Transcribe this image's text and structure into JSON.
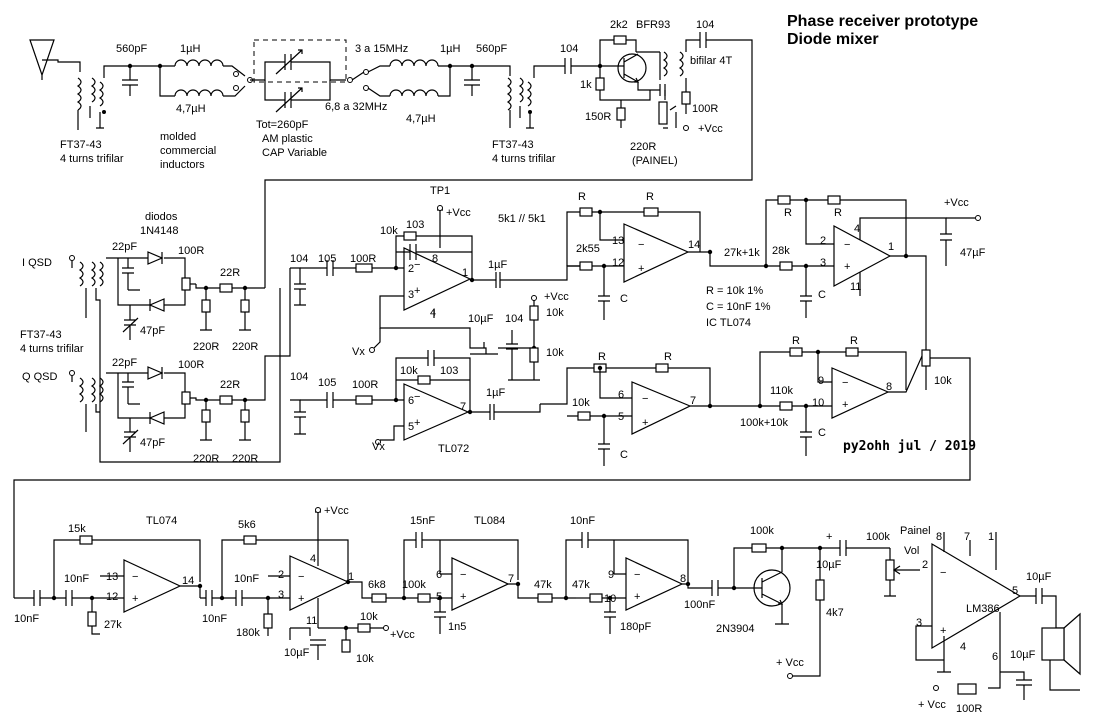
{
  "title": {
    "line1": "Phase receiver prototype",
    "line2": "Diode mixer"
  },
  "signature": "py2ohh jul / 2019",
  "colors": {
    "ink": "#000000",
    "background": "#ffffff"
  },
  "labels": {
    "c560_1": "560pF",
    "l1u_1": "1µH",
    "l47_1": "4,7µH",
    "ft_1a": "FT37-43",
    "ft_1b": "4 turns trifilar",
    "mold_a": "molded",
    "mold_b": "commercial",
    "mold_c": "inductors",
    "cap_a": "Tot=260pF",
    "cap_b": "AM plastic",
    "cap_c": "CAP Variable",
    "band1": "3 a 15MHz",
    "band2": "6,8 a 32MHz",
    "l1u_2": "1µH",
    "l47_2": "4,7µH",
    "c560_2": "560pF",
    "ft_2a": "FT37-43",
    "ft_2b": "4 turns trifilar",
    "c104_a": "104",
    "r1k": "1k",
    "r2k2": "2k2",
    "bfr93": "BFR93",
    "c104_b": "104",
    "bifilar": "bifilar 4T",
    "r150": "150R",
    "r100_top": "100R",
    "vcc_top": "+Vcc",
    "r220": "220R",
    "painel": "(PAINEL)",
    "diodos_a": "diodos",
    "diodos_b": "1N4148",
    "c22p_1": "22pF",
    "r100_i": "100R",
    "i_qsd": "I QSD",
    "r22_i": "22R",
    "c47p_1": "47pF",
    "r220_i1": "220R",
    "r220_i2": "220R",
    "ft_3a": "FT37-43",
    "ft_3b": "4 turns trifilar",
    "c22p_2": "22pF",
    "r100_q": "100R",
    "q_qsd": "Q QSD",
    "r22_q": "22R",
    "c47p_2": "47pF",
    "r220_q1": "220R",
    "r220_q2": "220R",
    "tp1": "TP1",
    "vcc_tp": "+Vcc",
    "c103_i": "103",
    "r10k_i": "10k",
    "c104_i": "104",
    "c105_i": "105",
    "r100r_i": "100R",
    "c1u_i": "1µF",
    "pin8": "8",
    "pin2": "2",
    "pin1": "1",
    "pin3": "3",
    "pin4": "4",
    "vx_1": "Vx",
    "c10u": "10µF",
    "c104_m": "104",
    "vcc_m": "+Vcc",
    "r10k_m1": "10k",
    "r10k_m2": "10k",
    "c104_q": "104",
    "c105_q": "105",
    "r100r_q": "100R",
    "r10k_q": "10k",
    "c103_q": "103",
    "pin6": "6",
    "pin5": "5",
    "pin7": "7",
    "c1u_q": "1µF",
    "vx_2": "Vx",
    "tl072": "TL072",
    "r5k1": "5k1 // 5k1",
    "r_a": "R",
    "r_b": "R",
    "r2k55": "2k55",
    "pin13a": "13",
    "pin12a": "12",
    "pin14a": "14",
    "c_a": "C",
    "r_note1": "R = 10k 1%",
    "r_note2": "C = 10nF 1%",
    "r_note3": "IC TL074",
    "r_c": "R",
    "r_d": "R",
    "r10k_f": "10k",
    "pin6b": "6",
    "pin5b": "5",
    "pin7b": "7",
    "c_b": "C",
    "r27k": "27k+1k",
    "r28k": "28k",
    "r_e": "R",
    "r_f": "R",
    "c_c": "C",
    "pin2b": "2",
    "pin3b": "3",
    "pin1b": "1",
    "pin4b": "4",
    "pin11b": "11",
    "vcc_r": "+Vcc",
    "c47u": "47µF",
    "r_g": "R",
    "r_h": "R",
    "r110k": "110k",
    "r100k": "100k+10k",
    "c_d": "C",
    "pin9b": "9",
    "pin10b": "10",
    "pin8b": "8",
    "r10k_pot": "10k",
    "tl074": "TL074",
    "r15k": "15k",
    "c10n_1": "10nF",
    "c10n_2": "10nF",
    "r27k_b": "27k",
    "pin13c": "13",
    "pin12c": "12",
    "pin14c": "14",
    "r5k6": "5k6",
    "c10n_3": "10nF",
    "c10n_4": "10nF",
    "r180k": "180k",
    "vcc_b": "+Vcc",
    "pin2c": "2",
    "pin3c": "3",
    "pin1c": "1",
    "pin4c": "4",
    "pin11c": "11",
    "c10u_b": "10µF",
    "r10k_b1": "10k",
    "r10k_b2": "10k",
    "vcc_b2": "+Vcc",
    "r6k8": "6k8",
    "c15n": "15nF",
    "tl084": "TL084",
    "r100k_b": "100k",
    "pin6c": "6",
    "pin5c": "5",
    "pin7c": "7",
    "c1n5": "1n5",
    "r47k_a": "47k",
    "c10n_5": "10nF",
    "r47k_b": "47k",
    "pin9c": "9",
    "pin10c": "10",
    "pin8c": "8",
    "c180p": "180pF",
    "c100n": "100nF",
    "r100k_t": "100k",
    "q2n3904": "2N3904",
    "r4k7": "4k7",
    "vcc_t": "+ Vcc",
    "c10u_t": "10µF",
    "r100k_p": "100k",
    "painel_b": "Painel",
    "vol": "Vol",
    "lm386": "LM386",
    "pin2d": "2",
    "pin3d": "3",
    "pin4d": "4",
    "pin5d": "5",
    "pin6d": "6",
    "pin8d": "8",
    "pin7d": "7",
    "pin1d": "1",
    "c10u_o": "10µF",
    "c10u_s": "10µF",
    "r100r_s": "100R",
    "vcc_s": "+ Vcc"
  }
}
